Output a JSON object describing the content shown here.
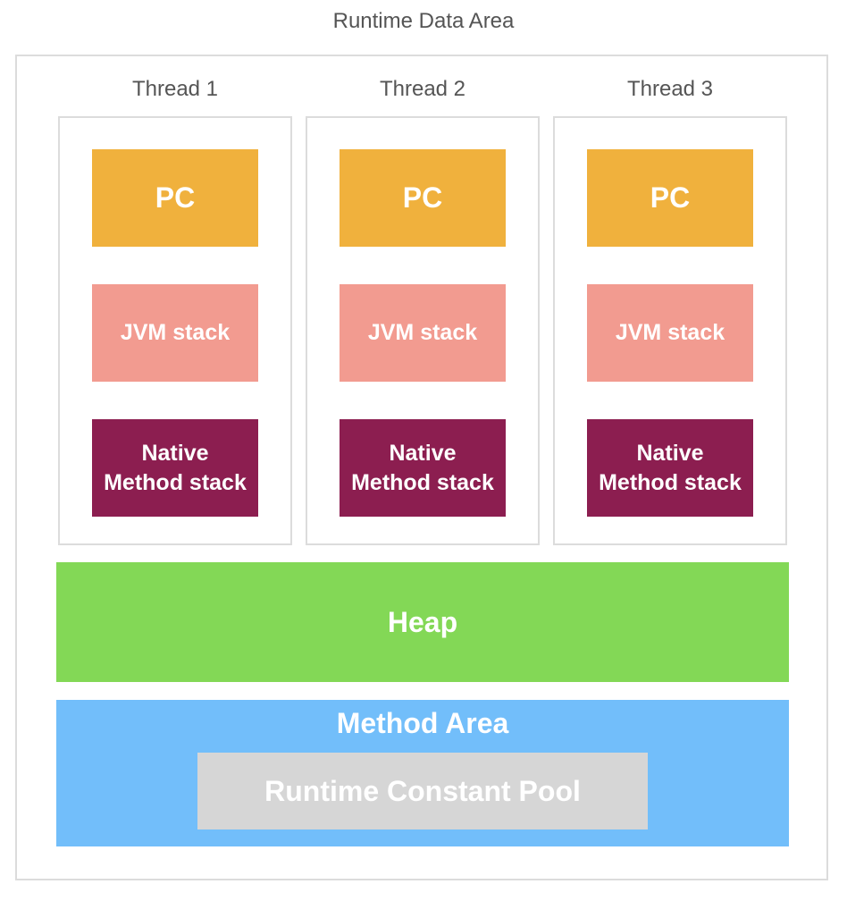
{
  "title": "Runtime Data Area",
  "threads": [
    {
      "label": "Thread 1",
      "pc": "PC",
      "jvm_stack": "JVM stack",
      "native_line1": "Native",
      "native_line2": "Method stack"
    },
    {
      "label": "Thread 2",
      "pc": "PC",
      "jvm_stack": "JVM stack",
      "native_line1": "Native",
      "native_line2": "Method stack"
    },
    {
      "label": "Thread 3",
      "pc": "PC",
      "jvm_stack": "JVM stack",
      "native_line1": "Native",
      "native_line2": "Method stack"
    }
  ],
  "heap": "Heap",
  "method_area": {
    "title": "Method Area",
    "constant_pool": "Runtime Constant Pool"
  },
  "colors": {
    "pc": "#f0b13d",
    "jvm_stack": "#f29b90",
    "native_method_stack": "#8c1e50",
    "heap": "#83d856",
    "method_area": "#72befa",
    "constant_pool": "#d6d6d6"
  }
}
